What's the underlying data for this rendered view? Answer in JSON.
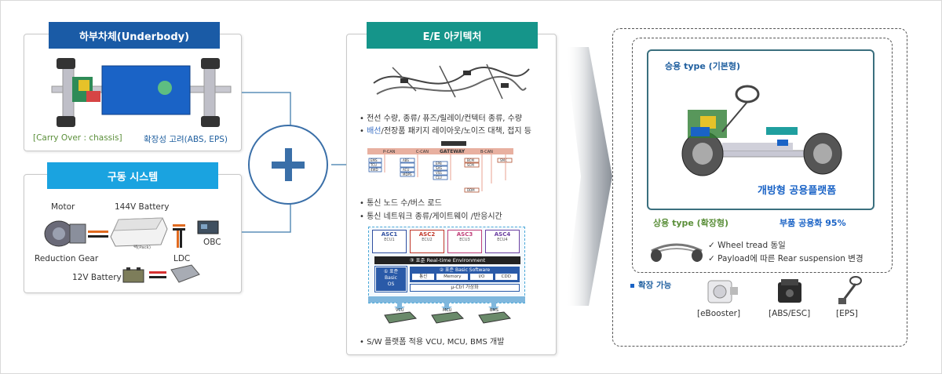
{
  "underbody": {
    "title": "하부차체(Underbody)",
    "carry_over": "[Carry Over : chassis]",
    "expand": "확장성 고려(ABS, EPS)"
  },
  "drive": {
    "title": "구동 시스템",
    "motor": "Motor",
    "battery144": "144V Battery",
    "reduction_gear": "Reduction Gear",
    "obc": "OBC",
    "ldc": "LDC",
    "battery12": "12V Battery",
    "pack_label": "팩(Pack)"
  },
  "ee": {
    "title": "E/E 아키텍처",
    "bullet1": "전선 수량, 종류/ 퓨즈/릴레이/컨텍터 종류, 수량",
    "bullet2_hl": "배선",
    "bullet2_rest": "/전장품 패키지 레이아웃/노이즈 대책, 접지 등",
    "bullet3": "통신 노드 수/버스 로드",
    "bullet4": "통신 네트워크 종류/게이트웨이 /반응시간",
    "bullet5": "S/W 플랫폼 적용 VCU, MCU, BMS 개발",
    "net": {
      "pcan": "P-CAN",
      "ccan": "C-CAN",
      "bcan": "B-CAN",
      "gateway": "GATEWAY",
      "left_nodes": [
        "EMS",
        "TCU",
        "4WD"
      ],
      "mid_nodes": [
        "ABS",
        "",
        "ACU",
        "MDPS"
      ],
      "right_mid": [
        "EPB",
        "SAS",
        "VSS",
        "CLU"
      ],
      "right_nodes": [
        "BCM",
        "SCM"
      ],
      "far_right": "SMK",
      "bottom": "DDM"
    },
    "sw": {
      "asc": [
        {
          "name": "ASC1",
          "ecu": "ECU1",
          "color": "#2f4fa0"
        },
        {
          "name": "ASC2",
          "ecu": "ECU2",
          "color": "#c0392b"
        },
        {
          "name": "ASC3",
          "ecu": "ECU3",
          "color": "#c0407a"
        },
        {
          "name": "ASC4",
          "ecu": "ECU4",
          "color": "#6a3fa0"
        }
      ],
      "rte": "③ 표준 Real-time Environment",
      "os_title": "① 표준",
      "os_line1": "Basic",
      "os_line2": "OS",
      "bsw": "② 표준 Basic Software",
      "bsw_items": [
        "통신",
        "Memory",
        "I/O",
        "CDD"
      ],
      "uctrl": "μ-Ctrl 가상화",
      "ecus": [
        "VCU",
        "MCU",
        "BMS"
      ]
    }
  },
  "platform": {
    "passenger": "승용 type (기본형)",
    "open_platform": "개방형 공용플랫폼",
    "commercial": "상용 type (확장형)",
    "parts": "부품 공용화 95%",
    "check1": "Wheel tread 동일",
    "check2": "Payload에 따른 Rear suspension 변경",
    "expand": "확장 가능",
    "items": [
      "[eBooster]",
      "[ABS/ESC]",
      "[EPS]"
    ]
  },
  "colors": {
    "underbody_header": "#1a5ba6",
    "drive_header": "#1aa3e0",
    "ee_header": "#15958a",
    "plus_circle": "#3a6fa8"
  }
}
